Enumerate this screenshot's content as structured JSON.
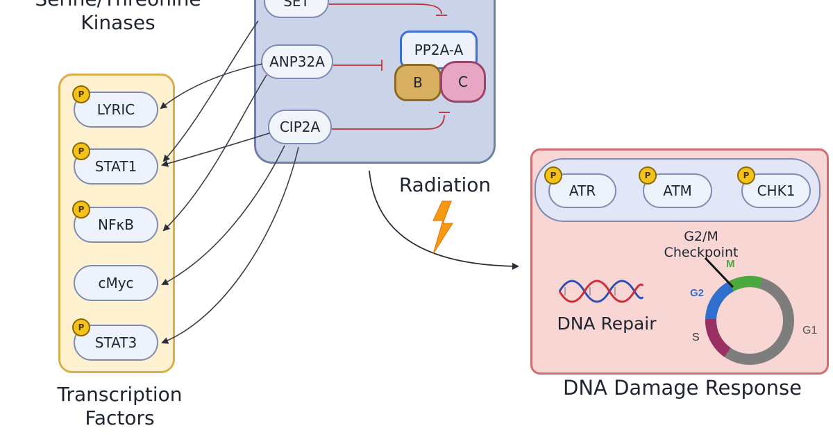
{
  "headings": {
    "kinases_line1": "Serine/Threonine",
    "kinases_line2": "Kinases",
    "tf_line1": "Transcription",
    "tf_line2": "Factors",
    "radiation": "Radiation",
    "ddr": "DNA Damage Response",
    "checkpoint_line1": "G2/M",
    "checkpoint_line2": "Checkpoint",
    "dna_repair": "DNA Repair"
  },
  "transcription_factors": [
    {
      "label": "LYRIC",
      "phospho": "P"
    },
    {
      "label": "STAT1",
      "phospho": "P"
    },
    {
      "label": "NFκB",
      "phospho": "P"
    },
    {
      "label": "cMyc",
      "phospho": ""
    },
    {
      "label": "STAT3",
      "phospho": "P"
    }
  ],
  "regulators": {
    "set": "SET",
    "anp32a": "ANP32A",
    "cip2a": "CIP2A",
    "pp2a_a": "PP2A-A",
    "subunit_b": "B",
    "subunit_c": "C"
  },
  "ddr_kinases": [
    {
      "label": "ATR",
      "phospho": "P"
    },
    {
      "label": "ATM",
      "phospho": "P"
    },
    {
      "label": "CHK1",
      "phospho": "P"
    }
  ],
  "cell_cycle": {
    "phases": [
      "M",
      "G2",
      "S",
      "G1"
    ]
  },
  "colors": {
    "phase_m": "#4aa83c",
    "phase_g2": "#2f6fce",
    "phase_s": "#9a2f63",
    "phase_g1": "#7d7d7d",
    "inhibition": "#c0303a",
    "lightning": "#f59a12"
  }
}
